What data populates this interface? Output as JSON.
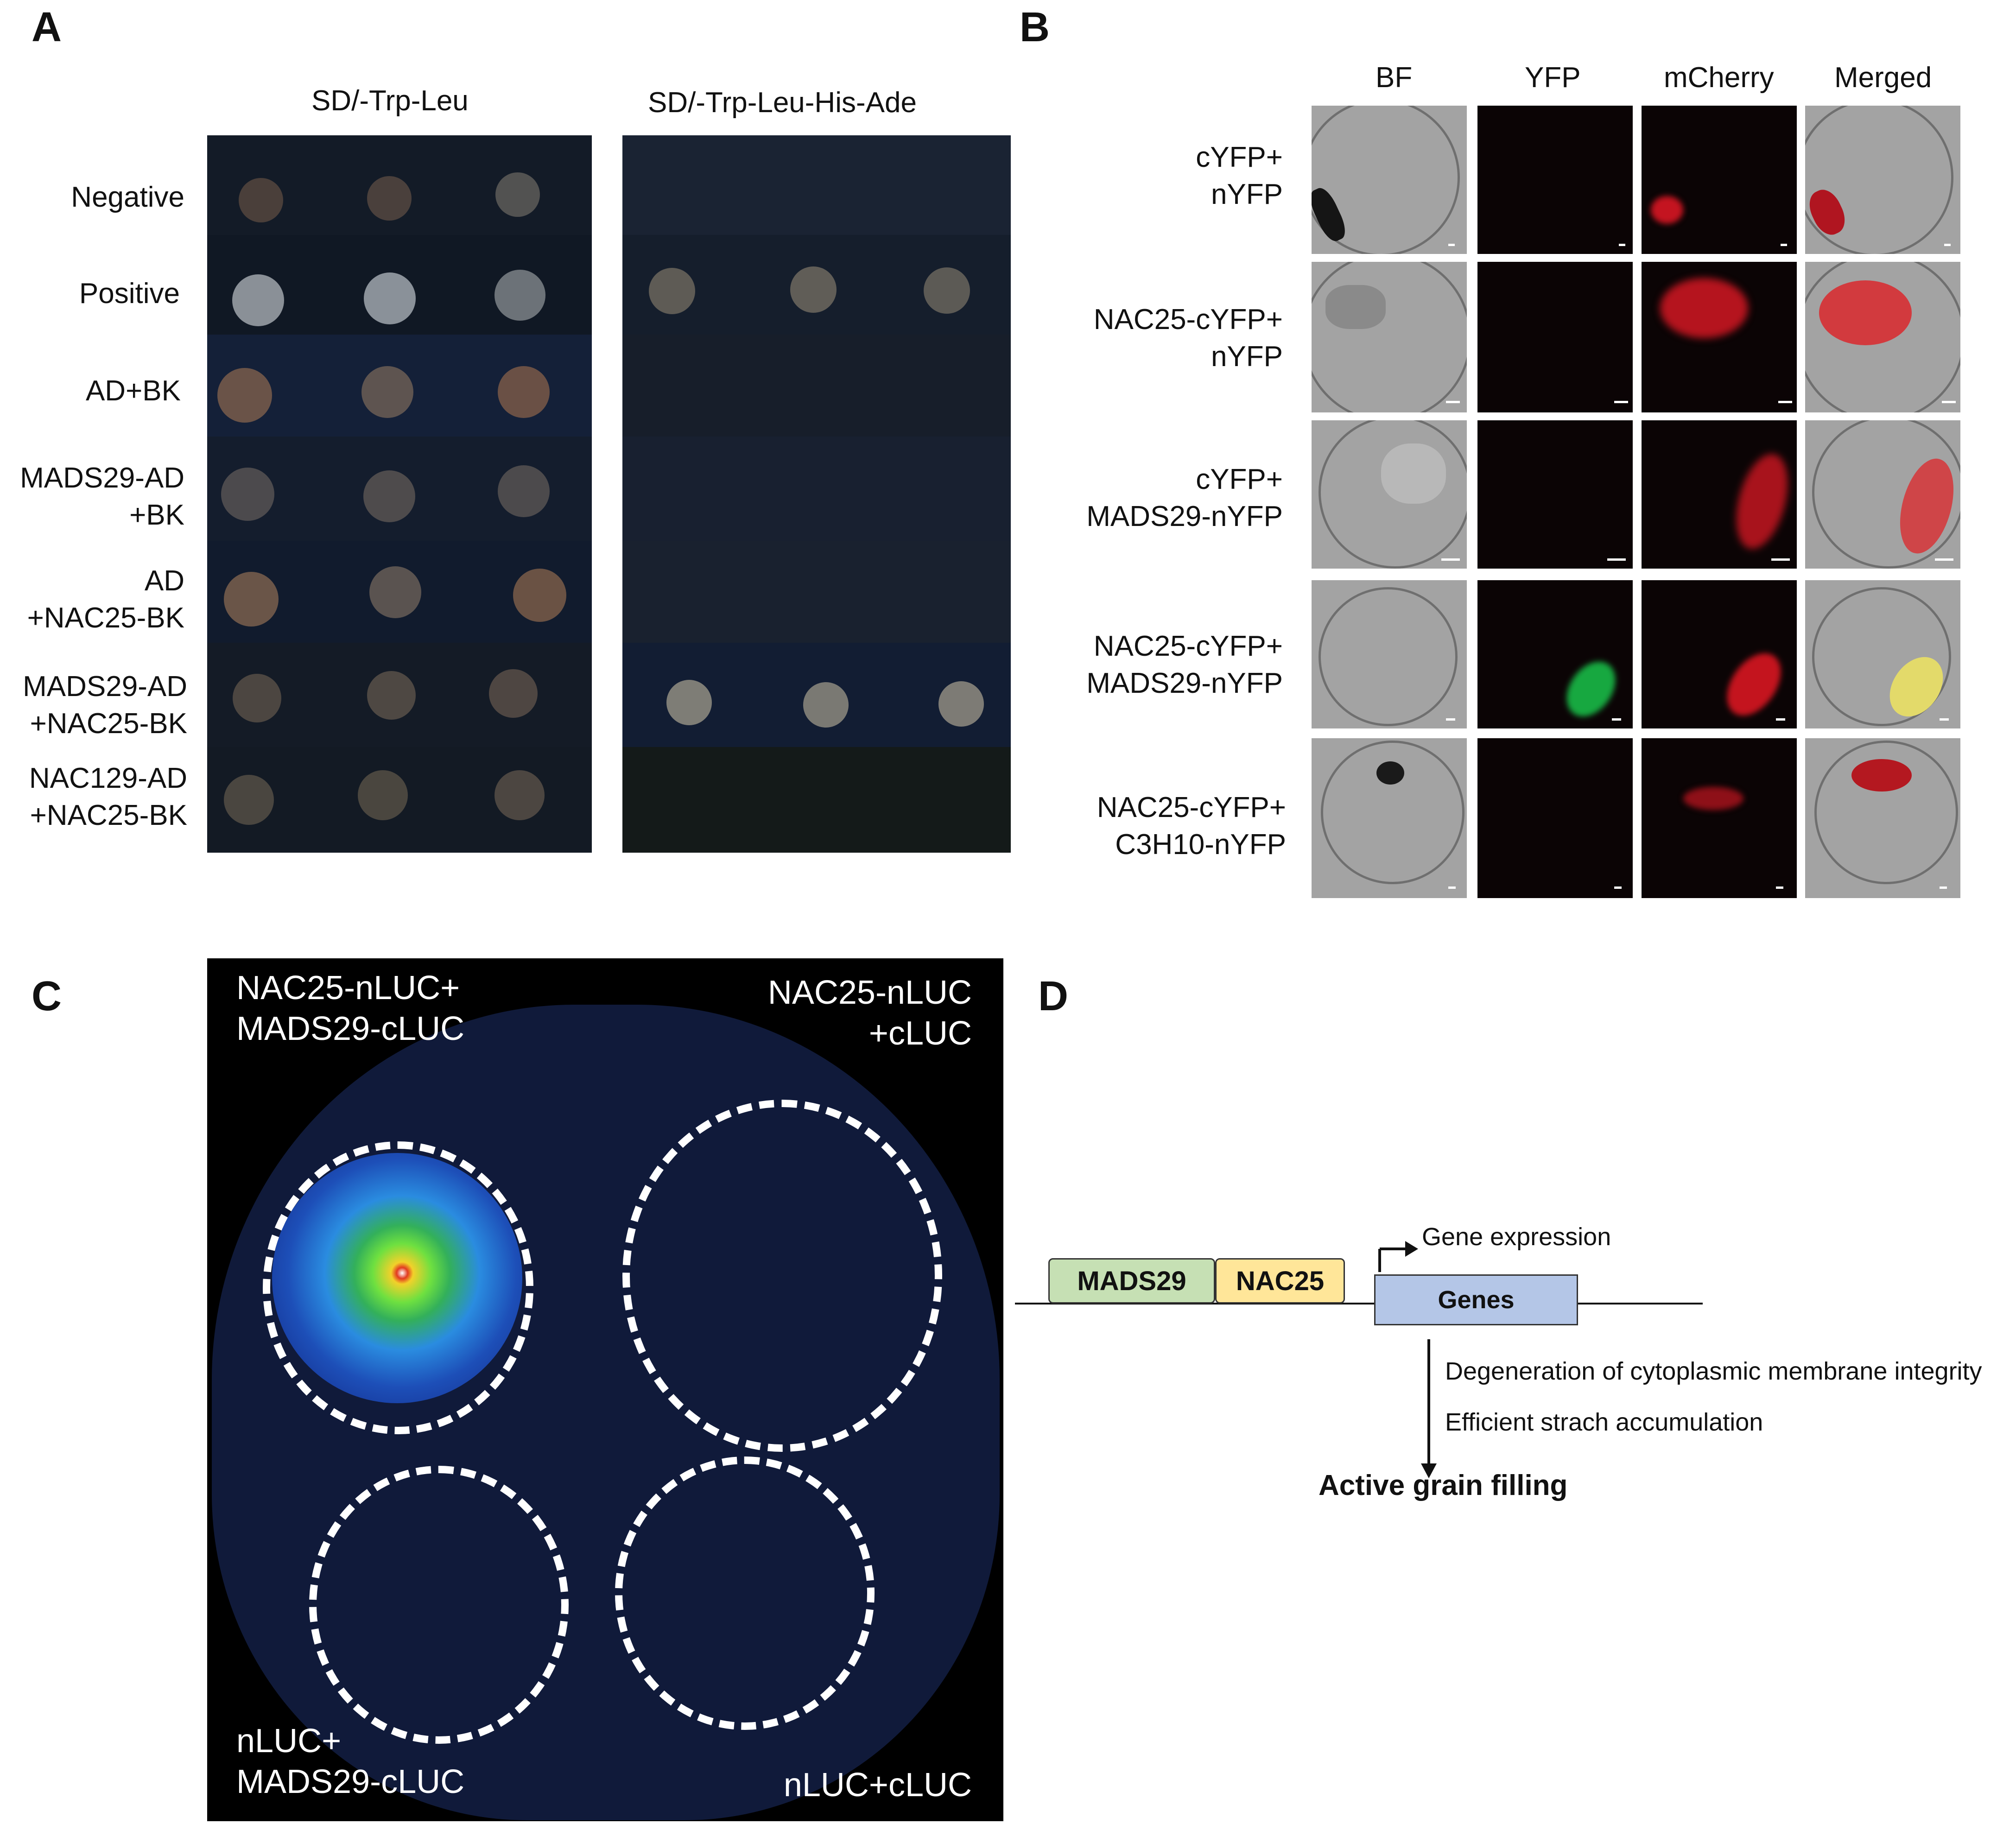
{
  "panels": {
    "A": "A",
    "B": "B",
    "C": "C",
    "D": "D"
  },
  "panelA": {
    "media": [
      "SD/-Trp-Leu",
      "SD/-Trp-Leu-His-Ade"
    ],
    "rows": [
      {
        "label": "Negative"
      },
      {
        "label": "Positive"
      },
      {
        "label": "AD+BK"
      },
      {
        "label": "MADS29-AD\n+BK"
      },
      {
        "label": "AD\n+NAC25-BK"
      },
      {
        "label": "MADS29-AD\n+NAC25-BK"
      },
      {
        "label": "NAC129-AD\n+NAC25-BK"
      }
    ]
  },
  "panelB": {
    "columns": [
      "BF",
      "YFP",
      "mCherry",
      "Merged"
    ],
    "rows": [
      {
        "label": "cYFP+\nnYFP"
      },
      {
        "label": "NAC25-cYFP+\nnYFP"
      },
      {
        "label": "cYFP+\nMADS29-nYFP"
      },
      {
        "label": "NAC25-cYFP+\nMADS29-nYFP"
      },
      {
        "label": "NAC25-cYFP+\nC3H10-nYFP"
      }
    ]
  },
  "panelC": {
    "top_left": "NAC25-nLUC+\nMADS29-cLUC",
    "top_right": "NAC25-nLUC\n+cLUC",
    "bottom_left": "nLUC+\nMADS29-cLUC",
    "bottom_right": "nLUC+cLUC"
  },
  "panelD": {
    "box1": "MADS29",
    "box2": "NAC25",
    "genes": "Genes",
    "gene_expression": "Gene expression",
    "effect1": "Degeneration of cytoplasmic membrane integrity",
    "effect2": "Efficient strach accumulation",
    "outcome": "Active grain filling",
    "colors": {
      "mads29": "#c6e0b4",
      "nac25": "#ffe699",
      "genes": "#b4c6e7"
    }
  }
}
